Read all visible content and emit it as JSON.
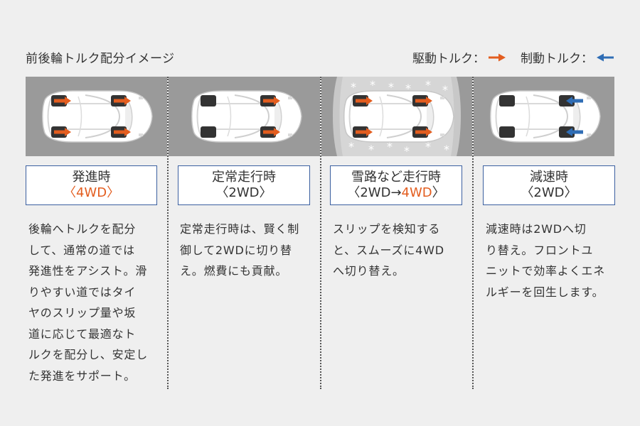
{
  "header": {
    "title": "前後輪トルク配分イメージ",
    "legend": [
      {
        "label": "駆動トルク：",
        "color": "#e35d1f",
        "icon": "right-arrow-icon"
      },
      {
        "label": "制動トルク：",
        "color": "#2f6db5",
        "icon": "left-arrow-icon"
      }
    ]
  },
  "colors": {
    "drive": "#e35d1f",
    "brake": "#2f6db5",
    "border": "#3b5fa0",
    "road": "#9a9a9a",
    "snow": "#b9b9b9"
  },
  "panels": [
    {
      "title": "発進時",
      "mode_parts": [
        "〈",
        "4WD",
        "〉"
      ],
      "desc": [
        "後輪へトルクを配分",
        "して、通常の道では",
        "発進性をアシスト。滑",
        "りやすい道ではタイ",
        "ヤのスリップ量や坂",
        "道に応じて最適なト",
        "ルクを配分し、安定し",
        "た発進をサポート。"
      ]
    },
    {
      "title": "定常走行時",
      "mode_parts": [
        "〈2WD〉",
        "",
        ""
      ],
      "desc": [
        "定常走行時は、賢く制",
        "御して2WDに切り替",
        "え。燃費にも貢献。"
      ]
    },
    {
      "title": "雪路など走行時",
      "mode_parts": [
        "〈2WD→",
        "4WD",
        "〉"
      ],
      "desc": [
        "スリップを検知する",
        "と、スムーズに4WD",
        "へ切り替え。"
      ]
    },
    {
      "title": "減速時",
      "mode_parts": [
        "〈2WD〉",
        "",
        ""
      ],
      "desc": [
        "減速時は2WDへ切",
        "り替え。フロントユ",
        "ニットで効率よくエネ",
        "ルギーを回生します。"
      ]
    }
  ]
}
